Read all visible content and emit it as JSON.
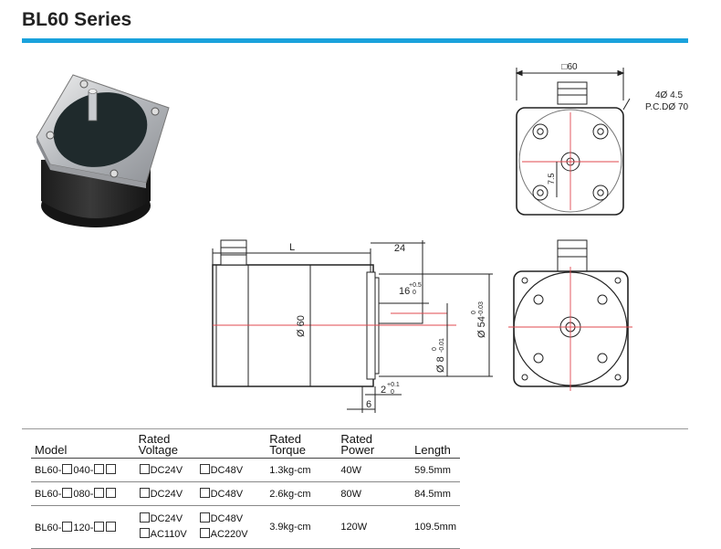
{
  "page": {
    "title": "BL60 Series"
  },
  "drawing": {
    "top_view": {
      "square": "□60",
      "holes": "4Ø  4.5",
      "pcd": "P.C.DØ  70",
      "offset": "7.5"
    },
    "side_view": {
      "length": "L",
      "shaft_len": "24",
      "body_dia": "Ø  60",
      "key_len": "16",
      "key_tol": "+0.5",
      "key_tol2": "0",
      "shaft_dia": "Ø  8",
      "shaft_tol": "0",
      "shaft_tol2": "-0.01",
      "pilot_dia": "Ø  54",
      "pilot_tol": "0",
      "pilot_tol2": "-0.03",
      "pilot_len": "2",
      "pilot_len_tol": "+0.1",
      "pilot_len_tol2": "0",
      "flange": "6"
    }
  },
  "table": {
    "headers": {
      "model": "Model",
      "voltage": [
        "Rated",
        "Voltage"
      ],
      "torque": [
        "Rated",
        "Torque"
      ],
      "power": [
        "Rated",
        "Power"
      ],
      "length": "Length"
    },
    "rows": [
      {
        "model_a": "BL60-",
        "model_mid": "040-",
        "voltages": [
          "DC24V",
          "DC48V"
        ],
        "torque": "1.3kg-cm",
        "power": "40W",
        "length": "59.5mm"
      },
      {
        "model_a": "BL60-",
        "model_mid": "080-",
        "voltages": [
          "DC24V",
          "DC48V"
        ],
        "torque": "2.6kg-cm",
        "power": "80W",
        "length": "84.5mm"
      },
      {
        "model_a": "BL60-",
        "model_mid": "120-",
        "voltages": [
          "DC24V",
          "DC48V",
          "AC110V",
          "AC220V"
        ],
        "torque": "3.9kg-cm",
        "power": "120W",
        "length": "109.5mm"
      }
    ]
  },
  "colors": {
    "accent": "#1aa2dc",
    "centerline": "#e0484f"
  }
}
